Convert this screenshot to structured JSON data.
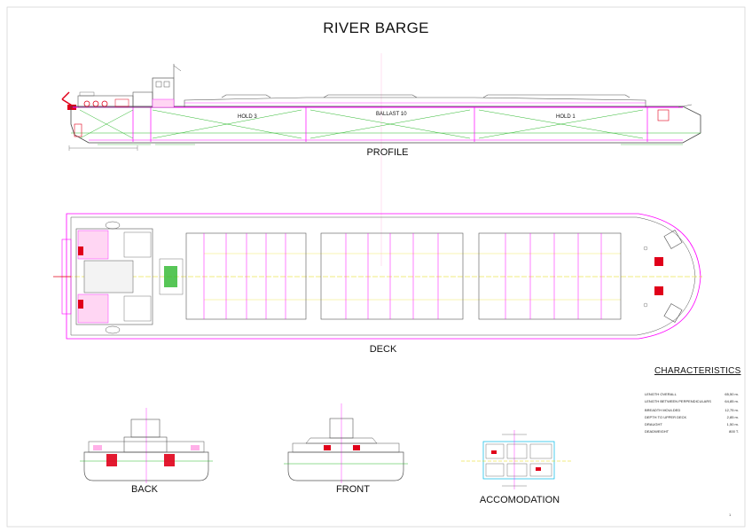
{
  "title": "RIVER BARGE",
  "views": {
    "profile": "PROFILE",
    "deck": "DECK",
    "back": "BACK",
    "front": "FRONT",
    "accomodation": "ACCOMODATION"
  },
  "profile_labels": {
    "hold_3": "HOLD 3",
    "ballast_10": "BALLAST 10",
    "hold_1": "HOLD 1"
  },
  "characteristics": {
    "title": "CHARACTERISTICS",
    "rows": [
      {
        "label": "LENGTH OVERALL",
        "value": "65,50 m."
      },
      {
        "label": "LENGTH BETWEEN PERPENDICULARS",
        "value": "64,85 m."
      },
      {
        "label": "BREADTH MOULDED",
        "value": "12,75 m."
      },
      {
        "label": "DEPTH TO UPPER DECK",
        "value": "2,85 m."
      },
      {
        "label": "DRAUGHT",
        "value": "1,50 m."
      },
      {
        "label": "DEADWEIGHT",
        "value": "800 T."
      }
    ]
  },
  "page_number": "1",
  "colors": {
    "line": "#555555",
    "magenta": "#ff00ff",
    "green": "#2db82d",
    "red": "#e0001a",
    "yellow": "#e6d800",
    "cyan": "#00b8e6",
    "border": "#bbbbbb"
  }
}
